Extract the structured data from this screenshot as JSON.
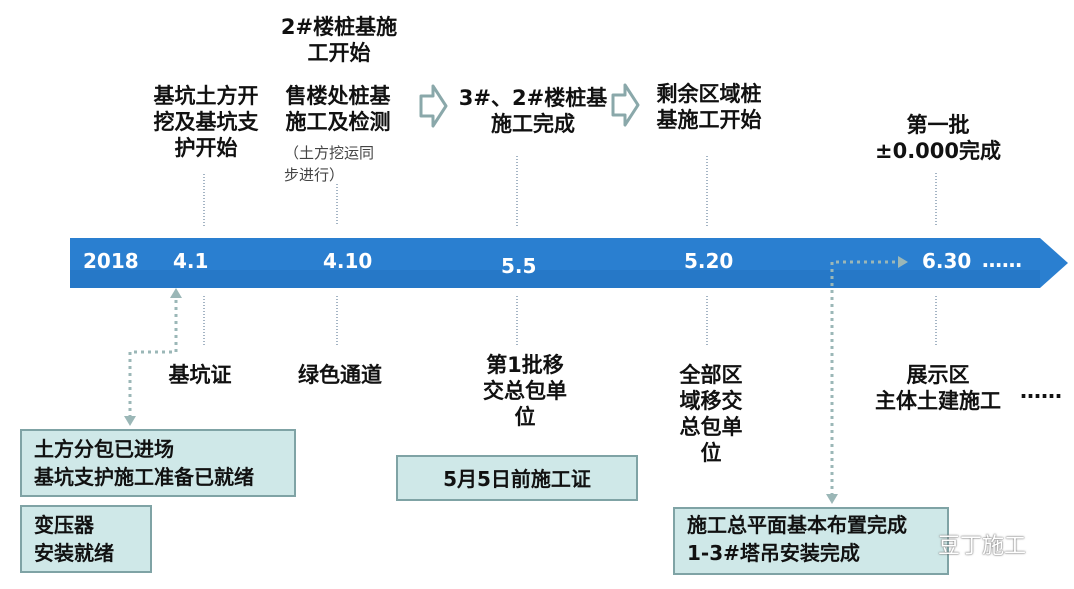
{
  "timeline": {
    "year": "2018",
    "dates": {
      "d41": "4.1",
      "d410": "4.10",
      "d55": "5.5",
      "d520": "5.20",
      "d630": "6.30",
      "more": "……"
    },
    "accent_color": "#2a7fd0"
  },
  "above": {
    "pile_2_start": "2#楼桩基施\n工开始",
    "excavation_start": "基坑土方开\n挖及基坑支\n护开始",
    "sales_pile": "售楼处桩基\n施工及检测",
    "sales_pile_note": "（土方挖运同\n步进行）",
    "pile_3_2_done": "3#、2#楼桩基\n施工完成",
    "remaining_pile_start": "剩余区域桩\n基施工开始",
    "first_batch": "第一批\n±0.000完成"
  },
  "below": {
    "pit_cert": "基坑证",
    "green_channel": "绿色通道",
    "first_transfer": "第1批移\n交总包单\n位",
    "all_transfer": "全部区\n域移交\n总包单\n位",
    "showroom": "展示区\n主体土建施工",
    "showroom_more": "……"
  },
  "boxes": {
    "earthwork": "土方分包已进场\n基坑支护施工准备已就绪",
    "transformer": "变压器\n安装就绪",
    "permit": "5月5日前施工证",
    "layout": "施工总平面基本布置完成\n1-3#塔吊安装完成"
  },
  "watermark": "豆丁施工"
}
